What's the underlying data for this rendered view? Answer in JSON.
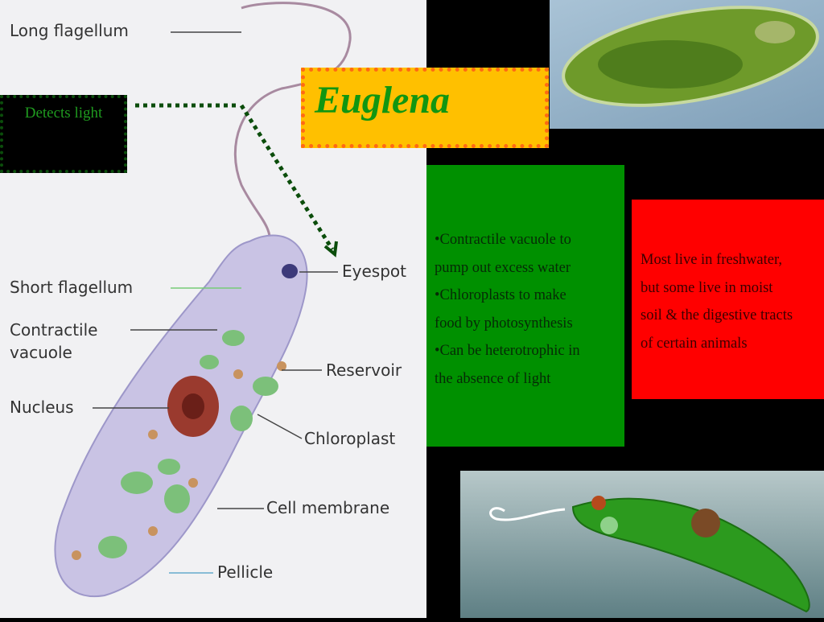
{
  "title": "Euglena",
  "callout": "Detects light",
  "diagram_labels": {
    "long_flagellum": "Long flagellum",
    "short_flagellum": "Short flagellum",
    "contractile_vacuole_1": "Contractile",
    "contractile_vacuole_2": "vacuole",
    "nucleus": "Nucleus",
    "eyespot": "Eyespot",
    "reservoir": "Reservoir",
    "chloroplast": "Chloroplast",
    "cell_membrane": "Cell membrane",
    "pellicle": "Pellicle"
  },
  "green_box": {
    "lines": [
      "•Contractile vacuole to",
      "pump out excess water",
      "•Chloroplasts to make",
      "food by photosynthesis",
      "•Can be heterotrophic in",
      "the absence of light"
    ]
  },
  "red_box": {
    "lines": [
      "Most live in freshwater,",
      "but some live in moist",
      "soil & the digestive tracts",
      "of certain animals"
    ]
  },
  "colors": {
    "green_box": "#009000",
    "red_box": "#ff0000",
    "title_bg": "#ffc000",
    "title_text": "#119611"
  }
}
